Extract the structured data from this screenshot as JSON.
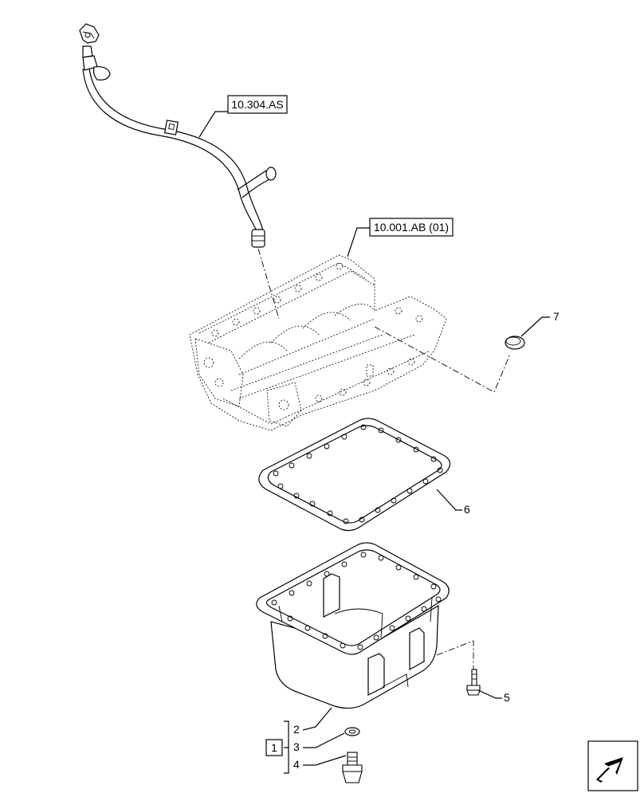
{
  "references": {
    "dipstick_ref": "10.304.AS",
    "engine_block_ref": "10.001.AB (01)"
  },
  "callouts": {
    "c1": "1",
    "c2": "2",
    "c3": "3",
    "c4": "4",
    "c5": "5",
    "c6": "6",
    "c7": "7"
  }
}
